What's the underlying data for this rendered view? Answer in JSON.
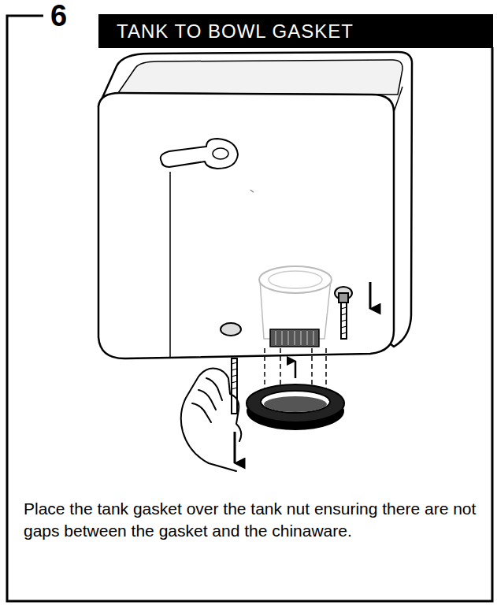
{
  "diagram": {
    "title": "TANK TO BOWL GASKET",
    "caption": "Place the tank gasket over the tank nut ensuring there are not gaps between the gasket and the chinaware.",
    "labels": [
      "6"
    ]
  }
}
